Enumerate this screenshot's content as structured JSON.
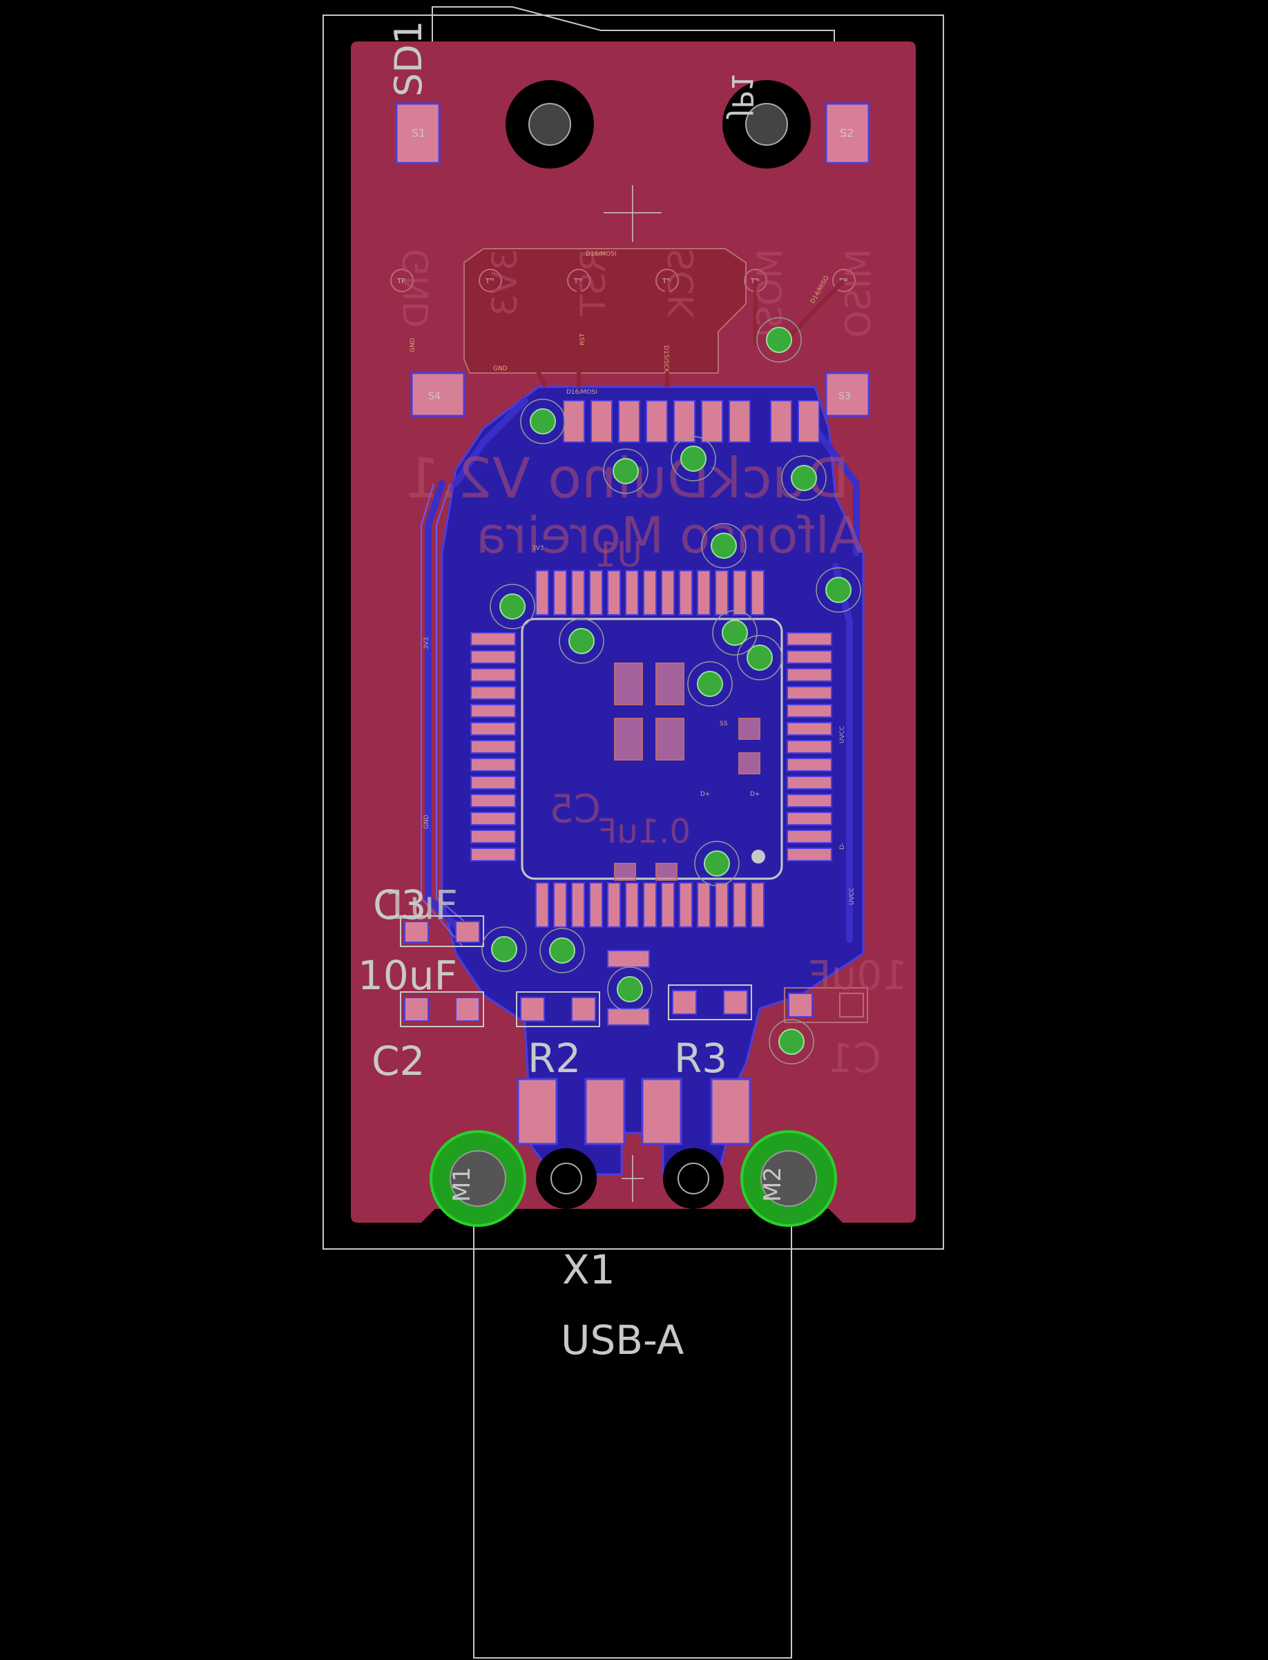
{
  "colors": {
    "background": "#000000",
    "top_copper": "#9a2b4a",
    "top_trace": "#8e2437",
    "bottom_copper": "#2a1ea8",
    "bottom_trace": "#3a2ec8",
    "pad": "#d87f98",
    "via_ring": "#22aa22",
    "silkscreen": "#c8c8c8"
  },
  "labels": {
    "sd_card": "SD1",
    "usb_connector": "X1",
    "usb_type": "USB-A",
    "cap_c3_value": "1uF",
    "cap_c3_ref": "C3",
    "cap_c2_value": "10uF",
    "cap_c2_ref": "C2",
    "res_r2": "R2",
    "res_r3": "R3",
    "cap_c1_value": "10uF",
    "cap_c1_ref": "C1",
    "shield_m1": "M1",
    "shield_m2": "M2",
    "sd_pad_s1": "S1",
    "sd_pad_s2": "S2",
    "sd_pad_s3": "S3",
    "sd_pad_s4": "S4",
    "header_ref": "JP1"
  },
  "mirrored_text": {
    "title": "DuckDuino V2.1",
    "author": "Alfonso Moreira",
    "pin_gnd": "GND",
    "pin_3v3": "3V3",
    "pin_rst": "RST",
    "pin_sck": "SCK",
    "pin_mosi": "MOSI",
    "pin_miso": "MISO",
    "cap_c5": "C5",
    "cap_c5_value": "0.1uF",
    "mcu": "U1"
  },
  "test_points": [
    "TP",
    "TP",
    "TP",
    "TP",
    "TP",
    "TP"
  ],
  "nets": {
    "mosi": "D16/MOSI",
    "sck": "D15/SCK",
    "miso": "D14/MISO",
    "rst": "RST",
    "v3": "3V3",
    "gnd": "GND",
    "uvcc": "UVCC",
    "dplus": "D+",
    "dminus": "D-",
    "ss": "SS"
  }
}
